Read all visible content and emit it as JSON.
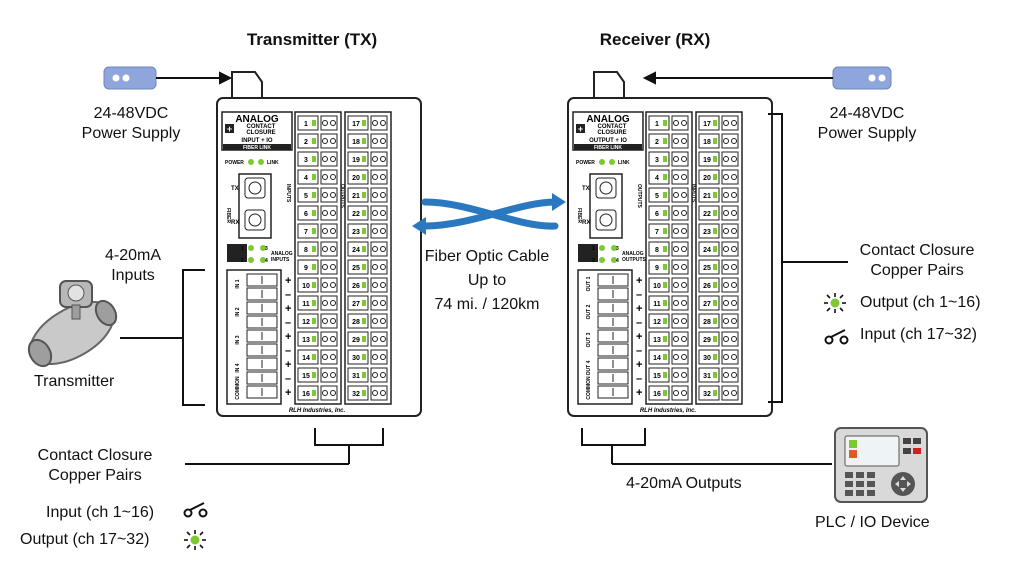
{
  "tx": {
    "title": "Transmitter (TX)",
    "power": "24-48VDC\nPower Supply",
    "analog_in": "4-20mA\nInputs",
    "transmitter": "Transmitter",
    "cc_title": "Contact Closure\nCopper Pairs",
    "legend_input": "Input (ch 1~16)",
    "legend_output": "Output (ch 17~32)",
    "panel_mode": "INPUT + IO",
    "panel_side": "INPUTS",
    "panel_right": "OUTPUTS",
    "analog_small": "ANALOG\nINPUTS",
    "chan_labels": [
      "IN 1",
      "IN 2",
      "IN 3",
      "IN 4",
      "COMMON"
    ]
  },
  "rx": {
    "title": "Receiver (RX)",
    "power": "24-48VDC\nPower Supply",
    "cc_title": "Contact Closure\nCopper Pairs",
    "legend_output": "Output (ch 1~16)",
    "legend_input": "Input (ch 17~32)",
    "analog_out": "4-20mA Outputs",
    "plc": "PLC / IO Device",
    "panel_mode": "OUTPUT + IO",
    "panel_side": "OUTPUTS",
    "panel_right": "INPUTS",
    "analog_small": "ANALOG\nOUTPUTS",
    "chan_labels": [
      "OUT 1",
      "OUT 2",
      "OUT 3",
      "OUT 4",
      "COMMON"
    ]
  },
  "fiber": {
    "line1": "Fiber Optic Cable",
    "line2": "Up to",
    "line3": "74 mi. / 120km"
  },
  "device": {
    "brand": "ANALOG",
    "brand_sub": "CONTACT\nCLOSURE",
    "link": "FIBER LINK",
    "power": "POWER",
    "linkled": "LINK",
    "fiber": "FIBER",
    "tx": "TX",
    "rx": "RX",
    "maker": "RLH Industries, Inc.",
    "left_col": [
      "1",
      "2",
      "3",
      "4",
      "5",
      "6",
      "7",
      "8",
      "9",
      "10",
      "11",
      "12",
      "13",
      "14",
      "15",
      "16"
    ],
    "right_col": [
      "17",
      "18",
      "19",
      "20",
      "21",
      "22",
      "23",
      "24",
      "25",
      "26",
      "27",
      "28",
      "29",
      "30",
      "31",
      "32"
    ]
  },
  "colors": {
    "led": "#7ec832",
    "power": "#8fa6dc",
    "fiber": "#2a78c0"
  }
}
